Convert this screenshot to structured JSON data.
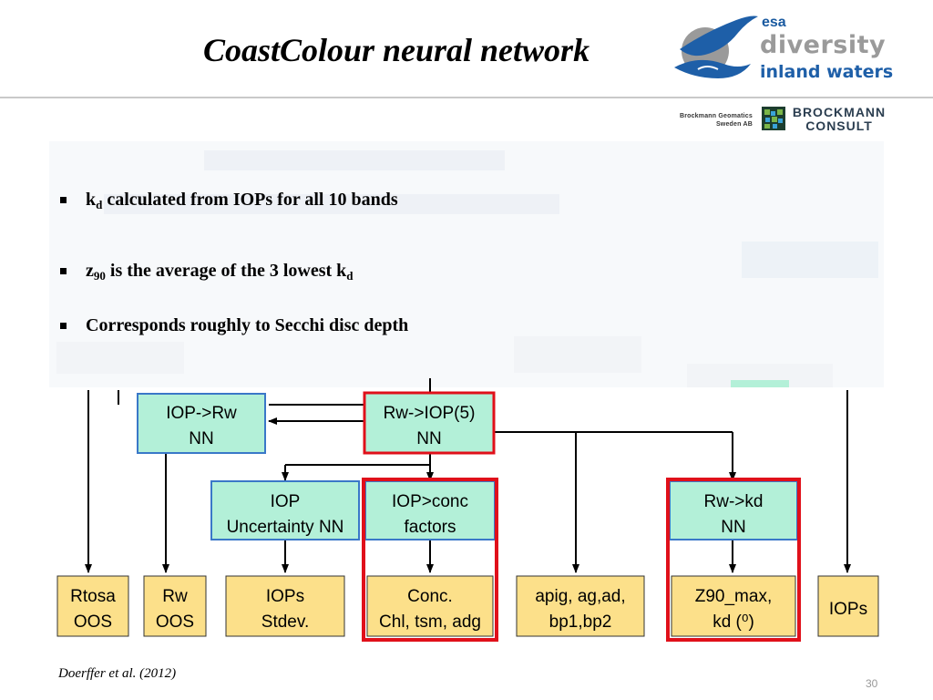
{
  "title": "CoastColour neural network",
  "logo": {
    "esa": "esa",
    "line1": "diversity",
    "line2": "inland waters"
  },
  "brockmann_geomatics": {
    "line1": "Brockmann Geomatics",
    "line2": "Sweden AB"
  },
  "brockmann_consult": {
    "line1": "BROCKMANN",
    "line2": "CONSULT"
  },
  "bullets": [
    {
      "pre": "k",
      "sub": "d",
      "post": " calculated from IOPs for all 10 bands"
    },
    {
      "pre": "z",
      "sub": "90",
      "post": " is the average of the 3 lowest k",
      "sub2": "d"
    },
    {
      "pre": "Corresponds roughly to Secchi disc depth",
      "sub": "",
      "post": ""
    }
  ],
  "nodes": {
    "iop_rw": [
      "IOP->Rw",
      "NN"
    ],
    "rw_iop5": [
      "Rw->IOP(5)",
      "NN"
    ],
    "iop_unc": [
      "IOP",
      "Uncertainty NN"
    ],
    "iop_conc": [
      "IOP>conc",
      "factors"
    ],
    "rw_kd": [
      "Rw->kd",
      "NN"
    ]
  },
  "outputs": {
    "rtosa": [
      "Rtosa",
      "OOS"
    ],
    "rw": [
      "Rw",
      "OOS"
    ],
    "iops_stdev": [
      "IOPs",
      "Stdev."
    ],
    "conc": [
      "Conc.",
      "Chl, tsm, adg"
    ],
    "apig": [
      "apig, ag,ad,",
      "bp1,bp2"
    ],
    "z90": [
      "Z90_max,",
      "kd (⁰)"
    ],
    "iops": [
      "IOPs"
    ]
  },
  "colors": {
    "nn_fill": "#b3f0d8",
    "output_fill": "#fce08a",
    "box_border": "#3a78c8",
    "highlight": "#e0101a"
  },
  "reference": "Doerffer et al. (2012)",
  "page_number": "30"
}
